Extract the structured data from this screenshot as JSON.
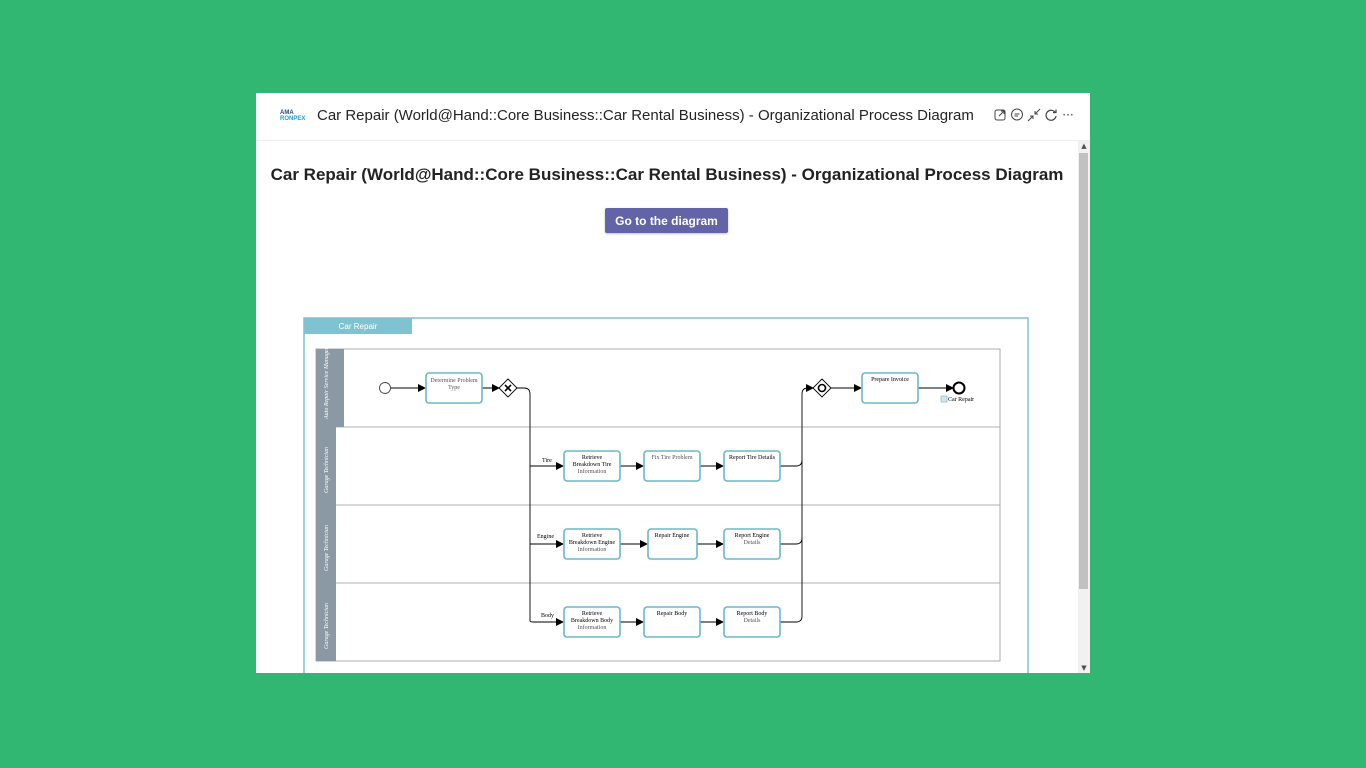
{
  "app": {
    "logo_line1": "AMA",
    "logo_line2": "RONPEX",
    "window_title": "Car Repair (World@Hand::Core Business::Car Rental Business) - Organizational Process Diagram",
    "icons": [
      "popout-icon",
      "chat-icon",
      "collapse-icon",
      "refresh-icon",
      "more-icon"
    ]
  },
  "page": {
    "heading": "Car Repair (World@Hand::Core Business::Car Rental Business) - Organizational Process Diagram",
    "go_button_label": "Go to the diagram"
  },
  "diagram": {
    "pool_label": "Car Repair",
    "lanes": [
      "Auto Repair Service Manager",
      "Garage Technician",
      "Garage Technician",
      "Garage Technician"
    ],
    "tasks": {
      "determine": [
        "Determine Problem",
        "Type"
      ],
      "tire_retrieve": [
        "Retrieve",
        "Breakdown Tire",
        "Information"
      ],
      "tire_fix": [
        "Fix Tire Problem"
      ],
      "tire_report": [
        "Report Tire Details"
      ],
      "engine_retrieve": [
        "Retrieve",
        "Breakdown Engine",
        "Information"
      ],
      "engine_repair": [
        "Repair Engine"
      ],
      "engine_report": [
        "Report Engine",
        "Details"
      ],
      "body_retrieve": [
        "Retrieve",
        "Breakdown Body",
        "Information"
      ],
      "body_repair": [
        "Repair Body"
      ],
      "body_report": [
        "Report Body",
        "Details"
      ],
      "invoice": [
        "Prepare Invoice"
      ]
    },
    "flow_labels": {
      "tire": "Tire",
      "engine": "Engine",
      "body": "Body"
    },
    "end_event_label": "Car Repair",
    "colors": {
      "pool_header": "#7fc3d1",
      "lane_header": "#8a99a3",
      "task_border": "#6ab8c8",
      "pool_border": "#7fc3d1"
    }
  }
}
